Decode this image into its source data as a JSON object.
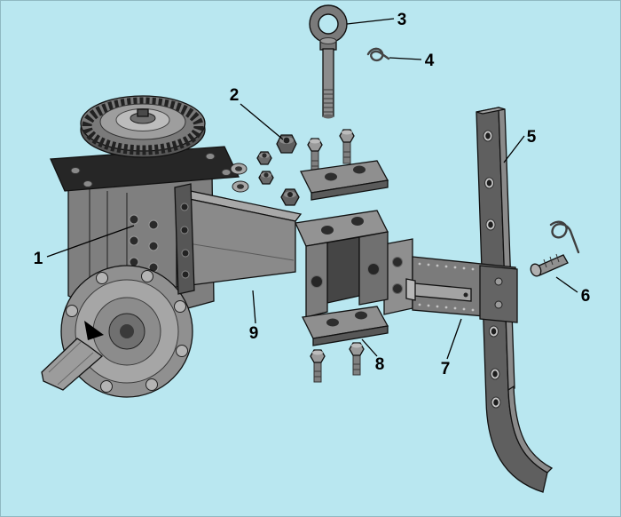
{
  "diagram": {
    "background_color": "#b9e7f0",
    "line_color": "#000000",
    "callouts": [
      {
        "label": "1",
        "part": "gearbox-housing"
      },
      {
        "label": "2",
        "part": "hex-nuts-and-washers"
      },
      {
        "label": "3",
        "part": "lifting-eye-bolt"
      },
      {
        "label": "4",
        "part": "hairpin-cotter-top"
      },
      {
        "label": "5",
        "part": "support-leg-bar"
      },
      {
        "label": "6",
        "part": "clevis-pin-and-clip"
      },
      {
        "label": "7",
        "part": "clamp-assembly"
      },
      {
        "label": "8",
        "part": "clamp-plate-and-bolts"
      },
      {
        "label": "9",
        "part": "hitch-bracket-arm"
      }
    ]
  }
}
